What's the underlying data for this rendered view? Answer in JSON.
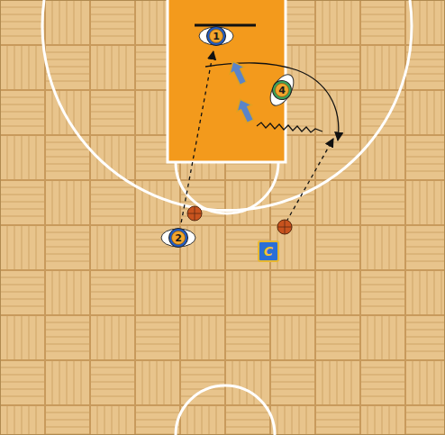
{
  "diagram": {
    "nodes": [
      {
        "text": [
          "1"
        ]
      },
      {
        "text": [
          "4"
        ]
      },
      {
        "text": [
          "2"
        ]
      },
      {
        "text": [
          "C"
        ]
      }
    ],
    "edges": [
      {
        "from": 2,
        "to": 0,
        "arrow": "to"
      }
    ]
  }
}
